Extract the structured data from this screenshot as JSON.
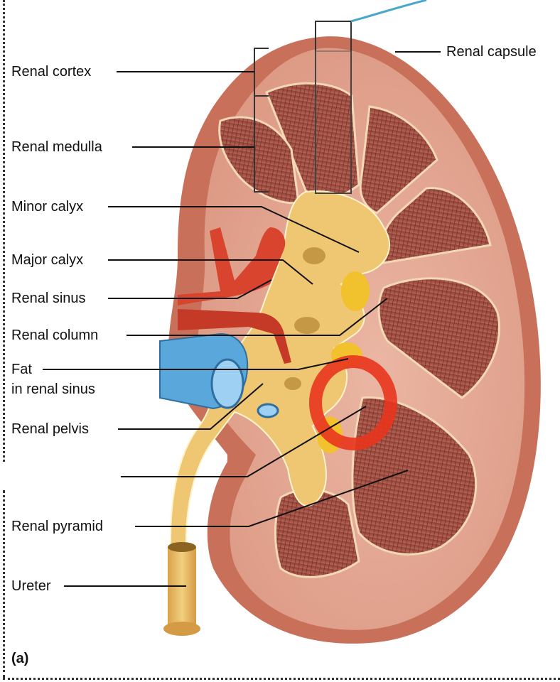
{
  "labels": {
    "renal_cortex": "Renal cortex",
    "renal_medulla": "Renal medulla",
    "minor_calyx": "Minor calyx",
    "major_calyx": "Major calyx",
    "renal_sinus": "Renal sinus",
    "renal_column": "Renal column",
    "fat_line1": "Fat",
    "fat_line2": "in renal sinus",
    "renal_pelvis": "Renal pelvis",
    "renal_pyramid": "Renal pyramid",
    "ureter": "Ureter",
    "renal_capsule": "Renal capsule"
  },
  "panel_label": "(a)",
  "colors": {
    "capsule": "#c8705a",
    "cortex": "#e4a592",
    "pyramid": "#9c4a3c",
    "calyx_pelvis": "#efc672",
    "ureter": "#e0b35c",
    "artery": "#d9442f",
    "vein": "#5aa7dc",
    "fat": "#f2c12e",
    "highlight_ring": "#e8351e"
  }
}
